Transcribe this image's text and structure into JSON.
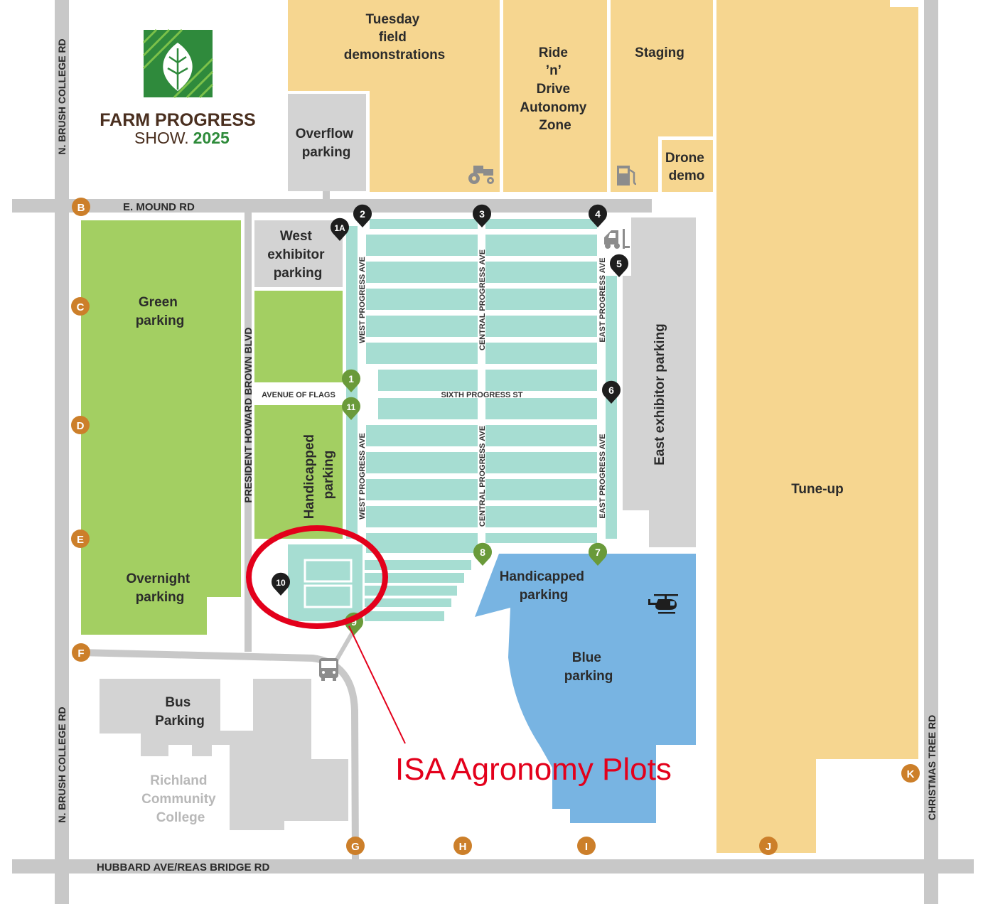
{
  "logo": {
    "line1": "FARM PROGRESS",
    "line2": "SHOW.",
    "year": "2025"
  },
  "zones": {
    "tuesday": [
      "Tuesday",
      "field",
      "demonstrations"
    ],
    "ride_drive": [
      "Ride",
      "’n’",
      "Drive",
      "Autonomy",
      "Zone"
    ],
    "staging": [
      "Staging"
    ],
    "drone": [
      "Drone",
      "demo"
    ],
    "overflow": [
      "Overflow",
      "parking"
    ],
    "west_exhibitor": [
      "West",
      "exhibitor",
      "parking"
    ],
    "green": [
      "Green",
      "parking"
    ],
    "overnight": [
      "Overnight",
      "parking"
    ],
    "handicapped_west": [
      "Handicapped",
      "parking"
    ],
    "handicapped_east": [
      "Handicapped",
      "parking"
    ],
    "east_exhibitor": "East exhibitor parking",
    "tuneup": [
      "Tune-up"
    ],
    "blue": [
      "Blue",
      "parking"
    ],
    "bus_parking": [
      "Bus",
      "Parking"
    ],
    "richland": [
      "Richland",
      "Community",
      "College"
    ]
  },
  "roads": {
    "mound": "E. MOUND RD",
    "hubbard": "HUBBARD AVE/REAS BRIDGE RD",
    "brush_north": "N. BRUSH COLLEGE RD",
    "brush_south": "N. BRUSH COLLEGE RD",
    "president": "PRESIDENT HOWARD BROWN BLVD",
    "christmas": "CHRISTMAS TREE RD"
  },
  "streets": {
    "avenue_flags": "AVENUE OF FLAGS",
    "sixth": "SIXTH PROGRESS ST",
    "west_upper": "WEST PROGRESS AVE",
    "west_lower": "WEST PROGRESS AVE",
    "central_upper": "CENTRAL PROGRESS AVE",
    "central_lower": "CENTRAL PROGRESS AVE",
    "east_upper": "EAST PROGRESS AVE",
    "east_lower": "EAST PROGRESS AVE"
  },
  "gates": {
    "b": "B",
    "c": "C",
    "d": "D",
    "e": "E",
    "f": "F",
    "g": "G",
    "h": "H",
    "i": "I",
    "j": "J",
    "k": "K"
  },
  "entrances": {
    "e1a": "1A",
    "e2": "2",
    "e3": "3",
    "e4": "4",
    "e5": "5",
    "e6": "6",
    "e7": "7",
    "e8": "8",
    "e9": "9",
    "e10": "10",
    "e1": "1",
    "e11": "11"
  },
  "icons": [
    "tractor-icon",
    "fuel-pump-icon",
    "forklift-icon",
    "helicopter-icon",
    "bus-icon"
  ],
  "colors": {
    "tan": "#f6d690",
    "green": "#a3cf62",
    "mint": "#a6ddd2",
    "gray": "#d3d3d3",
    "road": "#c8c8c8",
    "blue": "#78b4e2",
    "gate": "#cc7f2a",
    "pin_dark": "#1e1e1e",
    "pin_green": "#6a9a3a",
    "annotation": "#e3001b"
  },
  "annotation": {
    "label": "ISA Agronomy Plots"
  }
}
